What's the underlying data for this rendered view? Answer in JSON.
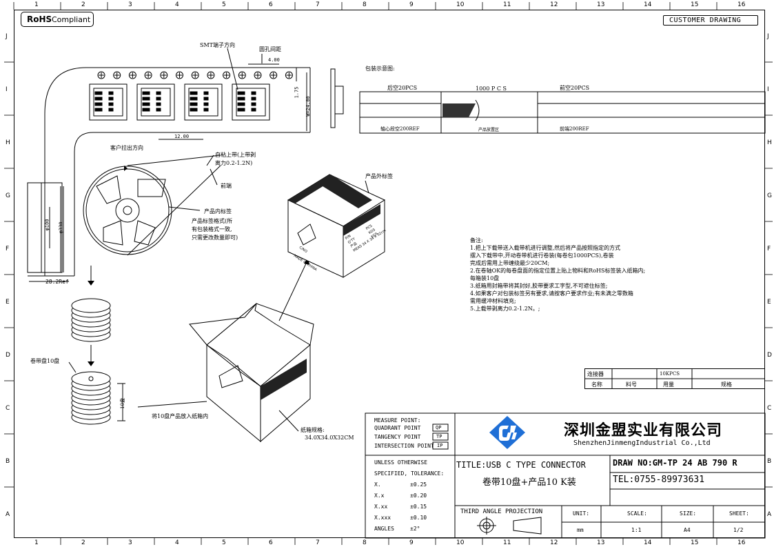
{
  "badges": {
    "rohs_bold": "RoHS",
    "rohs_text": "Compliant",
    "customer_drawing": "CUSTOMER DRAWING"
  },
  "zones": {
    "columns": [
      "1",
      "2",
      "3",
      "4",
      "5",
      "6",
      "7",
      "8",
      "9",
      "10",
      "11",
      "12",
      "13",
      "14",
      "15",
      "16"
    ],
    "rows": [
      "J",
      "I",
      "H",
      "G",
      "F",
      "E",
      "D",
      "C",
      "B",
      "A"
    ]
  },
  "tape": {
    "smt_label": "SMT端子方向",
    "hole_pitch_label": "圆孔间距",
    "dim_400": "4.00",
    "dim_175": "1.75",
    "dim_w24": "W=24.00",
    "dim_1200": "12.00"
  },
  "packaging": {
    "title": "包装示意图:",
    "rear_empty": "后空20PCS",
    "pcs_1000": "1000 P C S",
    "front_empty": "前空20PCS",
    "core_empty": "轴心段空200REF",
    "product_zone": "产品放置区",
    "front_end_ref": "前端200REF"
  },
  "reel": {
    "pull_direction": "客户拉出方向",
    "adhesive_tape_1": "自粘上带(上带剥",
    "adhesive_tape_2": "离力0.2-1.2N)",
    "front_end": "前端",
    "inner_label": "产品内标签",
    "label_format_1": "产品标签格式(所",
    "label_format_2": "有包装格式一致,",
    "label_format_3": "只需更改数量即可)",
    "dia100": "φ100",
    "dia330": "φ330",
    "width_ref": "28.2Ref",
    "stack_label": "卷带盘10盘",
    "stack_dim": "10盘",
    "put_in_box": "将10盘产品放入纸箱内"
  },
  "box": {
    "outer_label": "产品外标签",
    "carton_spec_1": "纸箱规格:",
    "carton_spec_2": "34.0X34.0X32CM",
    "label_lines": [
      "P/N",
      "Q'TY",
      "产品",
      "MEAS 34 X 34 X 32cm"
    ],
    "label_values": [
      "PCS",
      "KGS",
      "KGS"
    ],
    "made_in": "MADE IN CHINA",
    "cn_label": "C/NO"
  },
  "notes": {
    "title": "备注:",
    "lines": [
      "1.把上下载带送入载带机进行调整,然后将产品按照指定的方式",
      "   摆入下载带中,开动卷带机进行卷装(每卷包1000PCS),卷装",
      "   完成后需用上带缠绕最少20CM;",
      "2.在卷轴OK的每卷盘面的指定位置上贴上物料和RoHS标签装入纸箱内;",
      "   每箱装10盘",
      "3.纸箱用封箱带将其封好,胶带要求工字型,不可遮住标签;",
      "4.如果客户对包装标签另有要求,请按客户要求作业;有未满之零数箱",
      "   需用缓冲材料填充;",
      "5.上载带剥离力0.2-1.2N。;"
    ]
  },
  "bom": {
    "row1": [
      "连接器",
      "",
      "10KPCS",
      ""
    ],
    "row2": [
      "名称",
      "料号",
      "用量",
      "规格"
    ]
  },
  "title_block": {
    "measure_point": "MEASURE POINT:",
    "quadrant_point": "QUADRANT POINT",
    "qp": "QP",
    "tangency_point": "TANGENCY POINT",
    "tp": "TP",
    "intersection_point": "INTERSECTION POINT",
    "ip": "IP",
    "unless": "UNLESS OTHERWISE",
    "specified": "SPECIFIED, TOLERANCE:",
    "tol_labels": [
      "X.",
      "X.x",
      "X.xx",
      "X.xxx",
      "ANGLES"
    ],
    "tol_values": [
      "±0.25",
      "±0.20",
      "±0.15",
      "±0.10",
      "±2°"
    ],
    "company_cn": "深圳金盟实业有限公司",
    "company_en": "ShenzhenJinmengIndustrial Co.,Ltd",
    "title": "TITLE:USB C TYPE CONNECTOR",
    "subtitle": "卷带10盘+产品10 K装",
    "draw_no": "DRAW NO:GM-TP 24 AB 790 R",
    "tel": "TEL:0755-89973631",
    "projection": "THIRD ANGLE PROJECTION",
    "unit_label": "UNIT:",
    "unit_value": "mm",
    "scale_label": "SCALE:",
    "scale_value": "1:1",
    "size_label": "SIZE:",
    "size_value": "A4",
    "sheet_label": "SHEET:",
    "sheet_value": "1/2"
  },
  "colors": {
    "logo_blue": "#1f6fd6",
    "ink": "#000000"
  }
}
